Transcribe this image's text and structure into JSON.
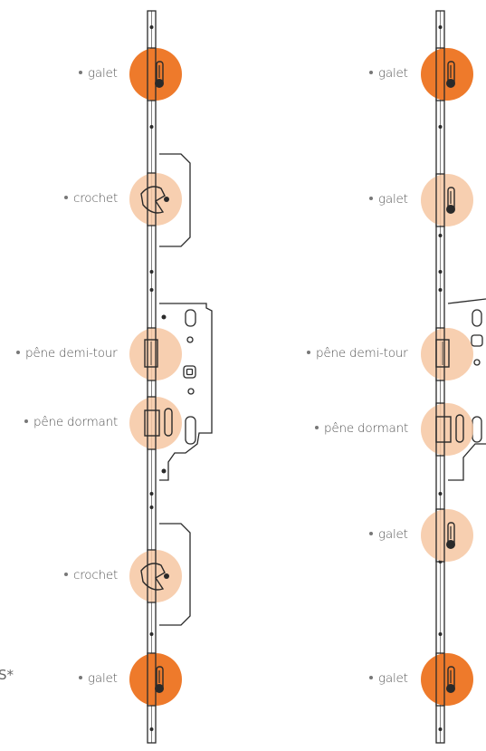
{
  "side_note": "S*",
  "left_assembly": [
    {
      "label": "galet",
      "type": "roller",
      "shade": "strong"
    },
    {
      "label": "crochet",
      "type": "hook",
      "shade": "light"
    },
    {
      "label": "pêne demi-tour",
      "type": "latch",
      "shade": "light"
    },
    {
      "label": "pêne dormant",
      "type": "bolt",
      "shade": "light"
    },
    {
      "label": "crochet",
      "type": "hook",
      "shade": "light"
    },
    {
      "label": "galet",
      "type": "roller",
      "shade": "strong"
    }
  ],
  "right_assembly": [
    {
      "label": "galet",
      "type": "roller",
      "shade": "strong"
    },
    {
      "label": "galet",
      "type": "roller",
      "shade": "light"
    },
    {
      "label": "pêne demi-tour",
      "type": "latch",
      "shade": "light"
    },
    {
      "label": "pêne dormant",
      "type": "bolt",
      "shade": "light"
    },
    {
      "label": "galet",
      "type": "roller",
      "shade": "light"
    },
    {
      "label": "galet",
      "type": "roller",
      "shade": "strong"
    }
  ],
  "colors": {
    "strong": "#ee7a2b",
    "light": "#f6c7a2",
    "metal": "#2a2a2a"
  }
}
